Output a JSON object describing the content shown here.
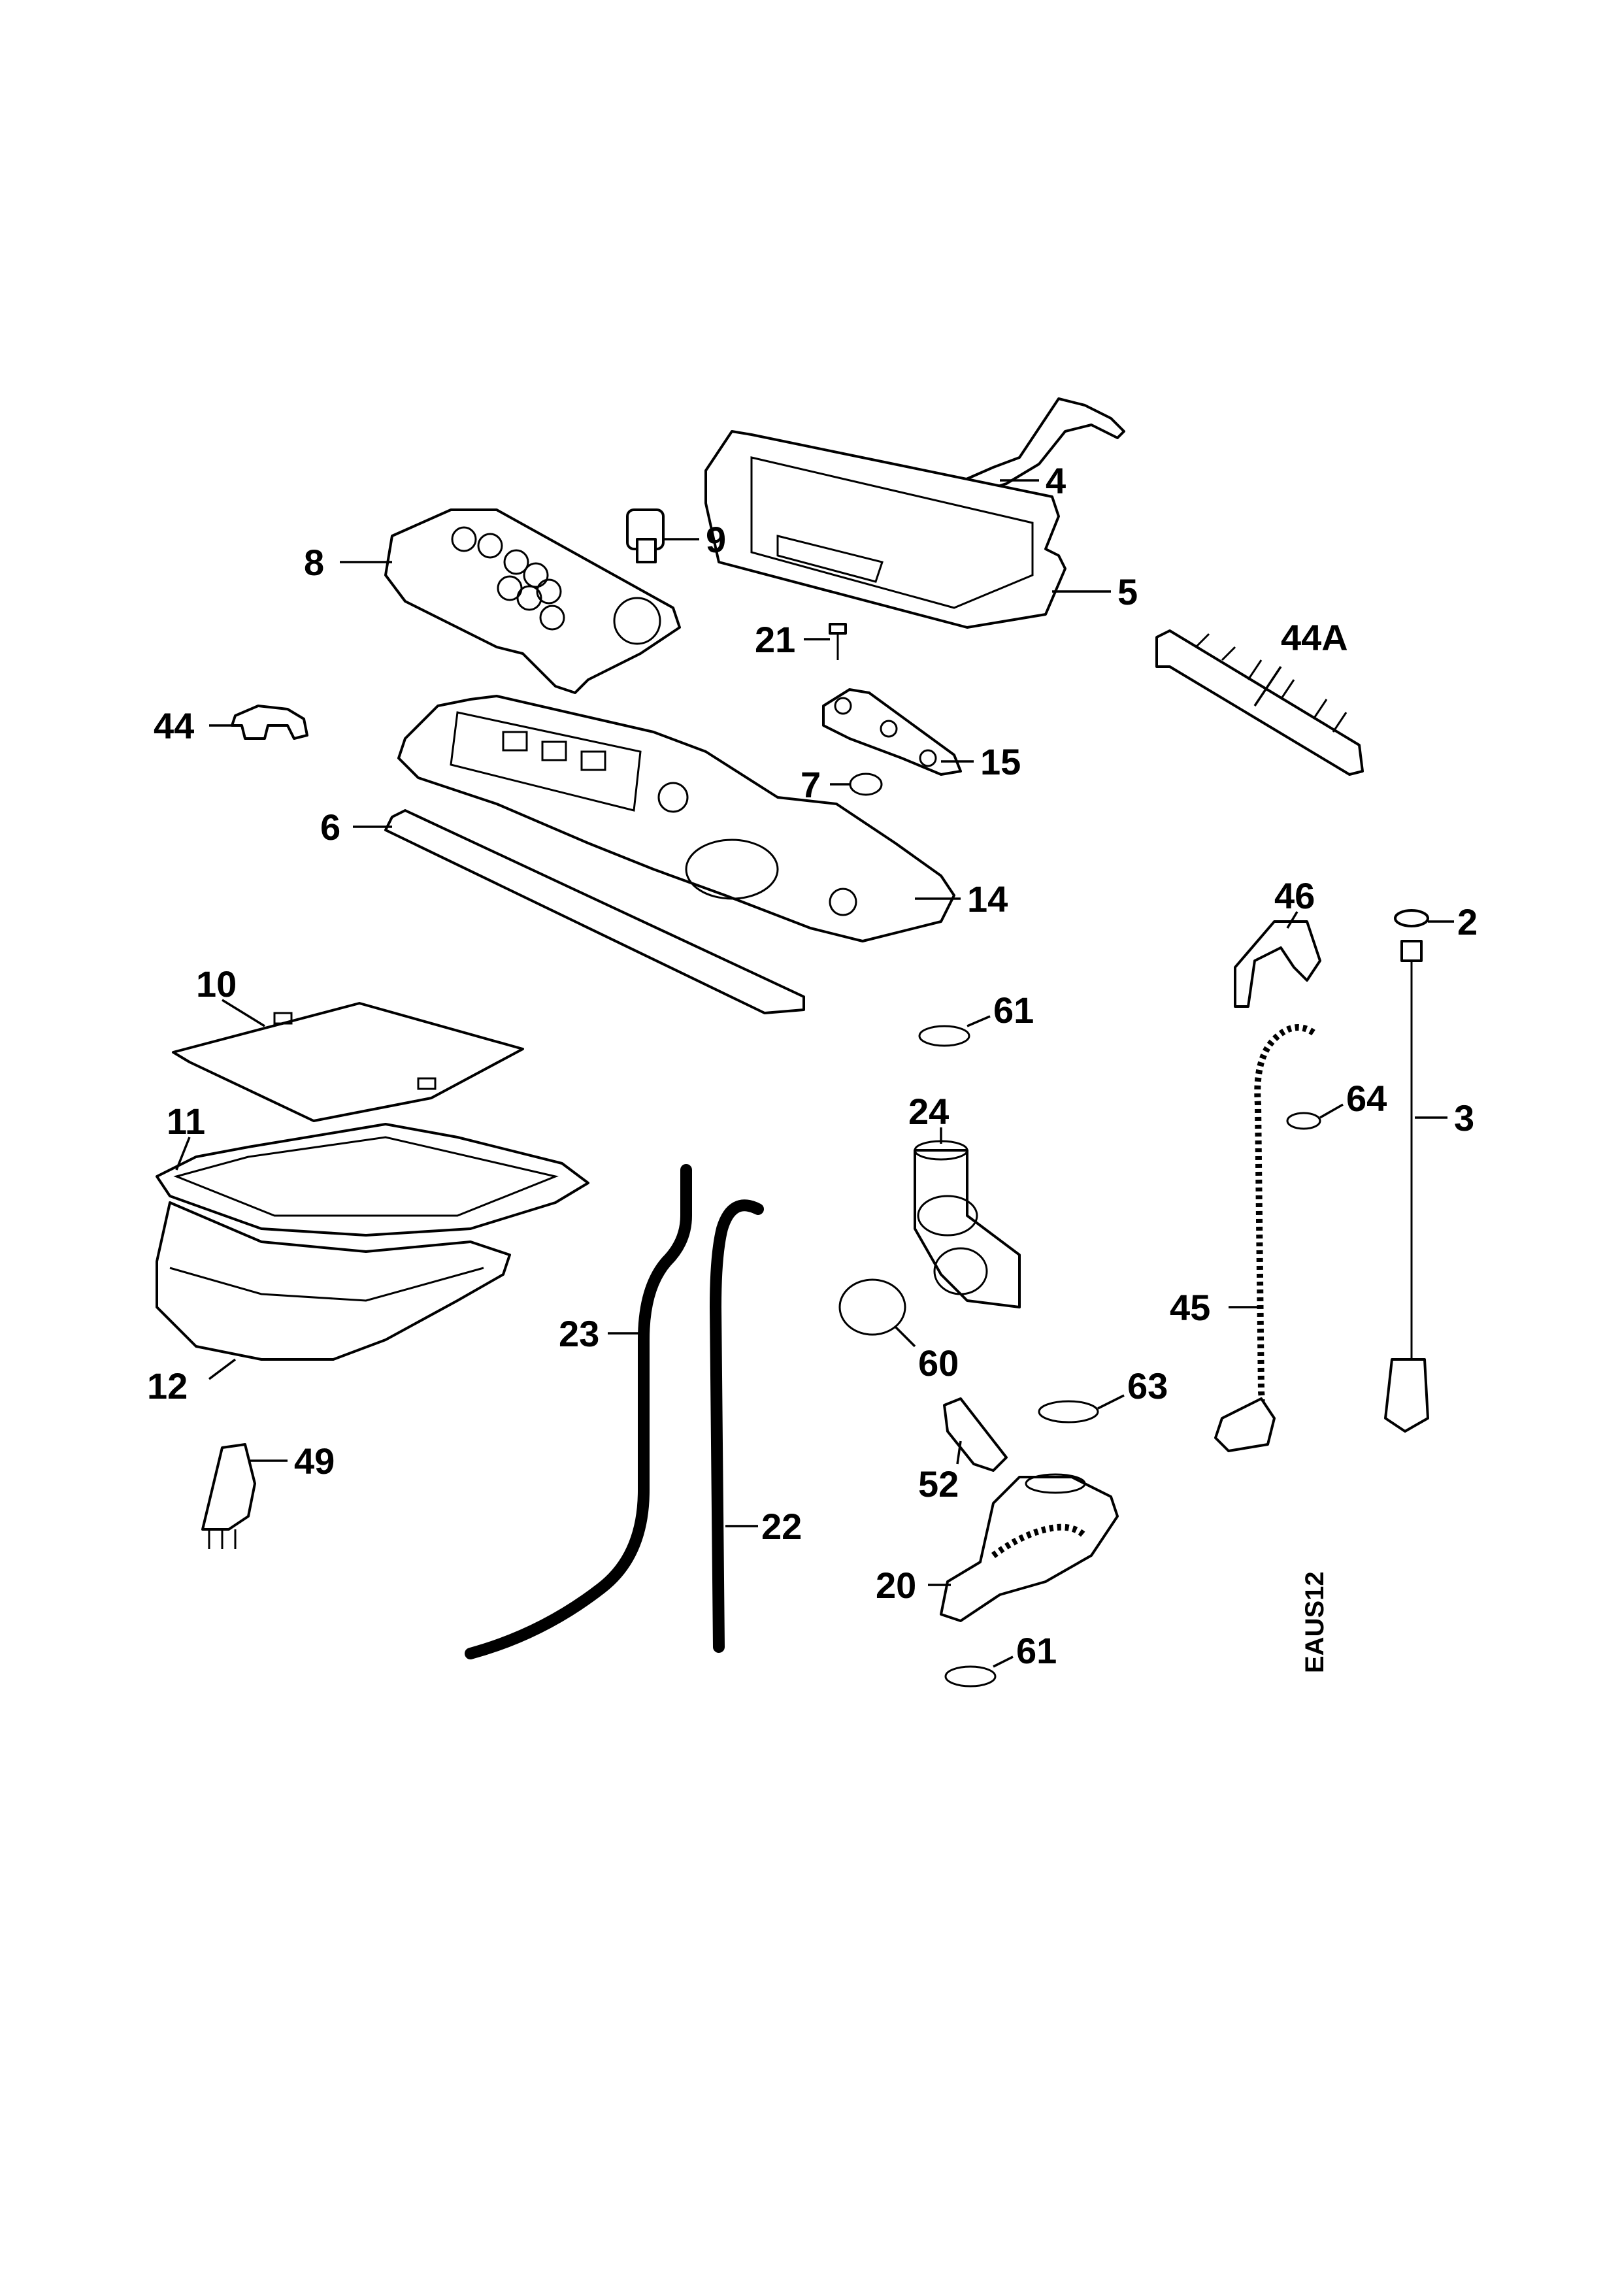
{
  "diagram": {
    "labels": {
      "p2": "2",
      "p3": "3",
      "p4": "4",
      "p5": "5",
      "p6": "6",
      "p7": "7",
      "p8": "8",
      "p9": "9",
      "p10": "10",
      "p11": "11",
      "p12": "12",
      "p14": "14",
      "p15": "15",
      "p20": "20",
      "p21": "21",
      "p22": "22",
      "p23": "23",
      "p24": "24",
      "p44": "44",
      "p44a": "44A",
      "p45": "45",
      "p46": "46",
      "p49": "49",
      "p52": "52",
      "p60": "60",
      "p61a": "61",
      "p61b": "61",
      "p63": "63",
      "p64": "64"
    },
    "code": "EAUS12"
  }
}
